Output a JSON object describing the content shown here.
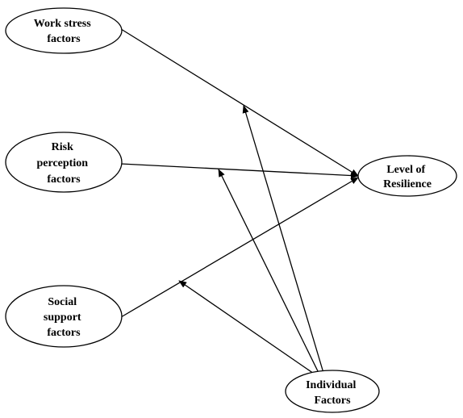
{
  "nodes": {
    "work_stress": {
      "lines": [
        "Work stress",
        "factors"
      ]
    },
    "risk_perception": {
      "lines": [
        "Risk",
        "perception",
        "factors"
      ]
    },
    "social_support": {
      "lines": [
        "Social",
        "support",
        "factors"
      ]
    },
    "resilience": {
      "lines": [
        "Level of",
        "Resilience"
      ]
    },
    "individual": {
      "lines": [
        "Individual",
        "Factors"
      ]
    }
  },
  "edges": [
    {
      "from": "work_stress",
      "to": "resilience",
      "label": ""
    },
    {
      "from": "risk_perception",
      "to": "resilience",
      "label": ""
    },
    {
      "from": "social_support",
      "to": "resilience",
      "label": ""
    },
    {
      "from": "individual",
      "to": "work_stress->resilience",
      "label": ""
    },
    {
      "from": "individual",
      "to": "risk_perception->resilience",
      "label": ""
    },
    {
      "from": "individual",
      "to": "social_support->resilience",
      "label": ""
    }
  ]
}
